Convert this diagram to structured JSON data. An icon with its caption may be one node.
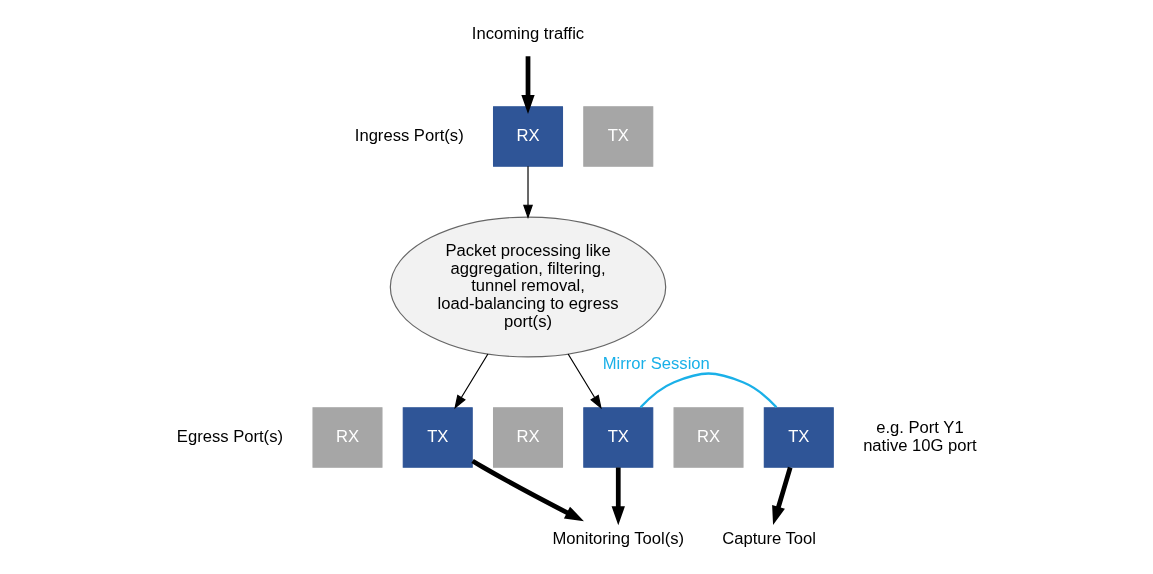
{
  "diagram": {
    "nodes": [
      {
        "text": [
          "Incoming traffic"
        ]
      },
      {
        "text": [
          "RX"
        ],
        "beside": [
          "Ingress Port(s)"
        ]
      },
      {
        "text": [
          "TX"
        ]
      },
      {
        "text": [
          "Packet processing like aggregation, filtering, tunnel removal, load-balancing to egress port(s)"
        ]
      },
      {
        "text": [
          "RX"
        ],
        "beside": [
          "Egress Port(s)"
        ]
      },
      {
        "text": [
          "TX"
        ]
      },
      {
        "text": [
          "RX"
        ]
      },
      {
        "text": [
          "TX"
        ]
      },
      {
        "text": [
          "RX"
        ]
      },
      {
        "text": [
          "TX"
        ],
        "beside": [
          "e.g. Port Y1 native 10G port"
        ]
      },
      {
        "text": [
          "Monitoring Tool(s)"
        ]
      },
      {
        "text": [
          "Capture Tool"
        ]
      }
    ],
    "edges": [
      {
        "from": 0,
        "to": 1,
        "arrow": "to",
        "style": "thick"
      },
      {
        "from": 1,
        "to": 3,
        "arrow": "to"
      },
      {
        "from": 3,
        "to": 5,
        "arrow": "to"
      },
      {
        "from": 3,
        "to": 7,
        "arrow": "to"
      },
      {
        "from": 7,
        "to": 9,
        "arrow": "none",
        "label": "Mirror Session",
        "color": "#1ab0e8"
      },
      {
        "from": 5,
        "to": 10,
        "arrow": "to",
        "style": "thick"
      },
      {
        "from": 7,
        "to": 10,
        "arrow": "to",
        "style": "thick"
      },
      {
        "from": 9,
        "to": 11,
        "arrow": "to",
        "style": "thick"
      }
    ]
  }
}
